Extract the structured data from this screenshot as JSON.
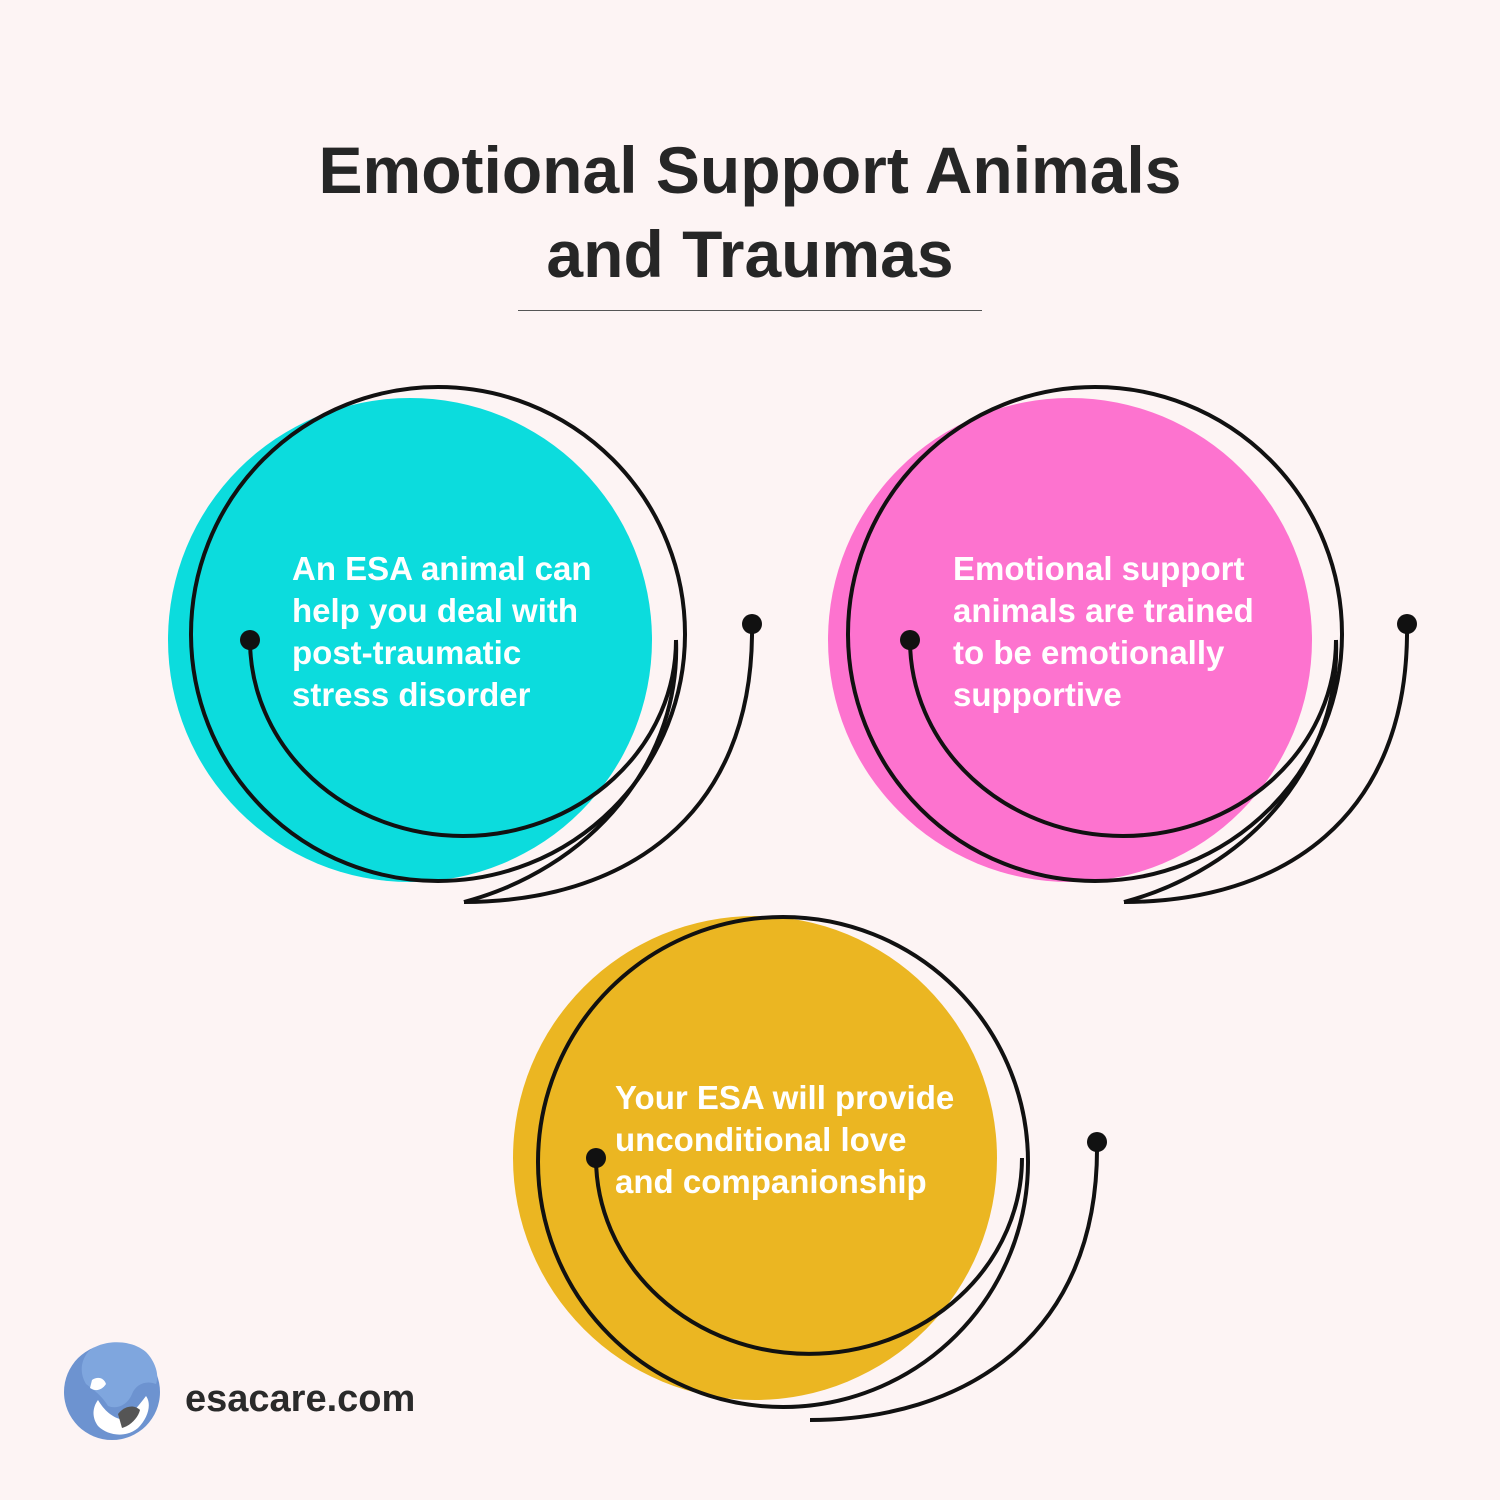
{
  "title": {
    "line1": "Emotional Support Animals",
    "line2": "and Traumas"
  },
  "cards": [
    {
      "text": "An ESA animal can\nhelp you deal with\npost-traumatic\nstress disorder",
      "color": "#0cdcdd"
    },
    {
      "text": "Emotional support\nanimals are trained\nto be emotionally\nsupportive",
      "color": "#fd73cf"
    },
    {
      "text": "Your ESA will provide\nunconditional love\nand companionship",
      "color": "#ebb622"
    }
  ],
  "brand": {
    "logo_icon": "pets-silhouette-logo",
    "text": "esacare.com",
    "logo_color": "#6d93d0"
  },
  "colors": {
    "background": "#fdf4f4",
    "line": "#111111",
    "title": "#262626"
  }
}
